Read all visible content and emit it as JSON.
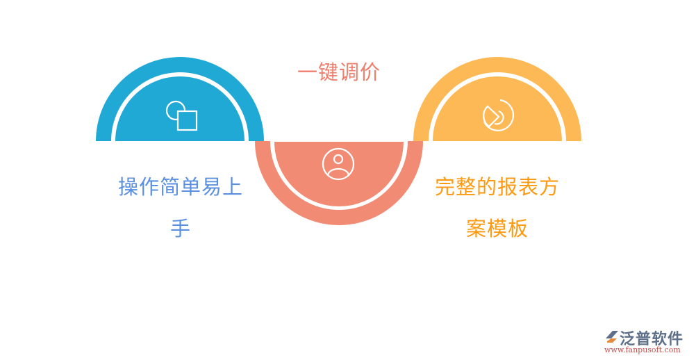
{
  "diagram": {
    "type": "alternating-semicircle-process",
    "items": [
      {
        "label": "操作简单易上手",
        "label_line1": "操作简单易上",
        "label_line2": "手",
        "icon": "shapes-icon",
        "color": "#21a9d6",
        "text_color": "#5b8fe0",
        "orientation": "up"
      },
      {
        "label": "一键调价",
        "icon": "user-circle-icon",
        "color": "#f28b73",
        "text_color": "#ee7f6c",
        "orientation": "down"
      },
      {
        "label": "完整的报表方案模板",
        "label_line1": "完整的报表方",
        "label_line2": "案模板",
        "icon": "pie-chart-icon",
        "color": "#fdb955",
        "text_color": "#fc9a12",
        "orientation": "up"
      }
    ]
  },
  "watermark": {
    "name": "泛普软件",
    "url": "www.fanpusoft.com"
  }
}
